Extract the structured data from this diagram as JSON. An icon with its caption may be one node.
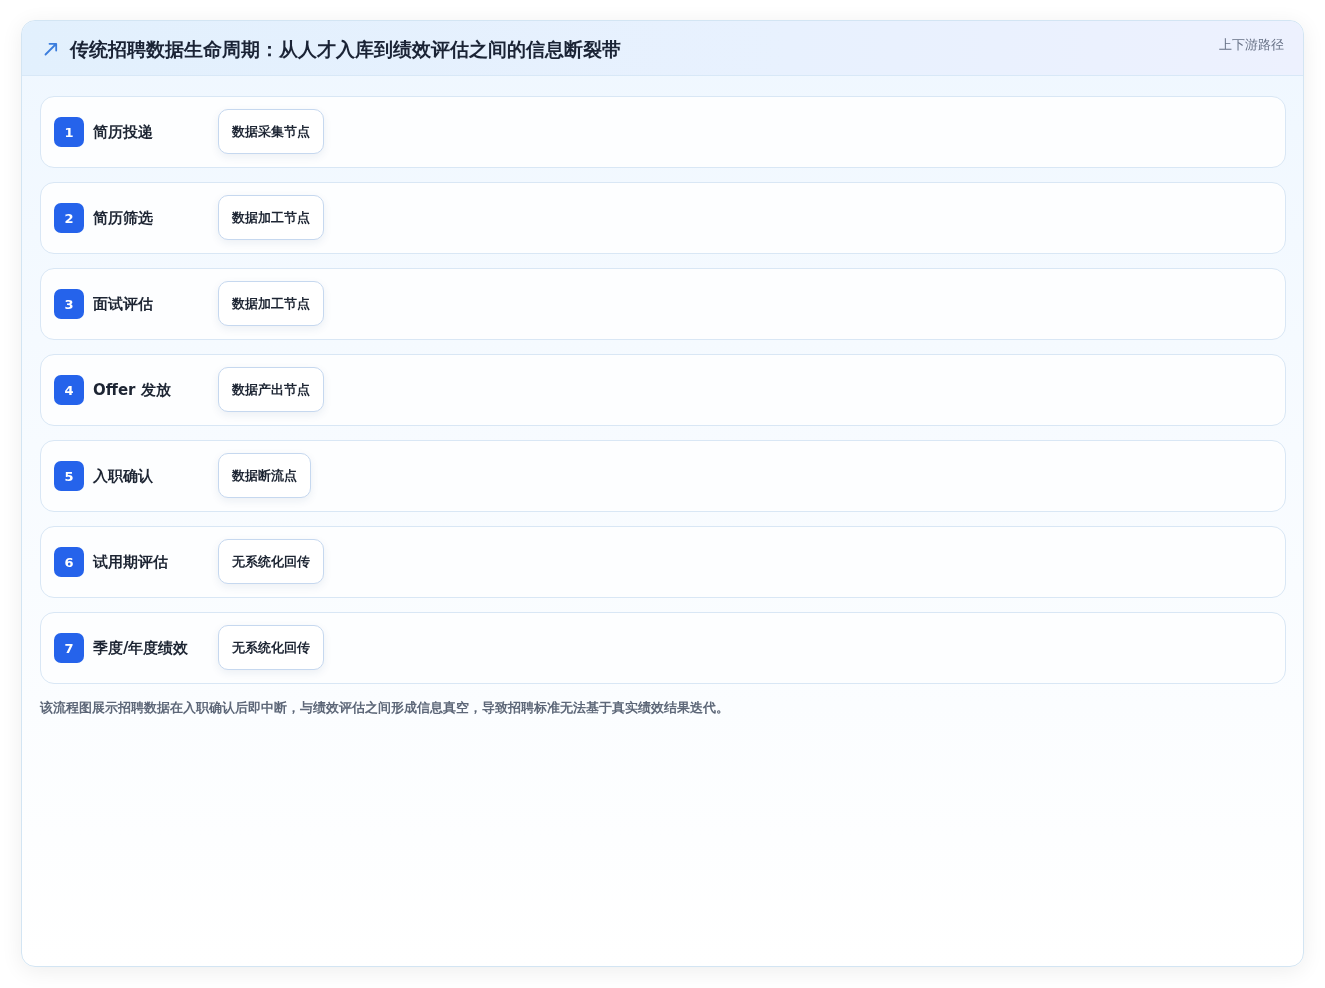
{
  "diagram": {
    "title": "传统招聘数据生命周期：从人才入库到绩效评估之间的信息断裂带",
    "caption": "该流程图展示招聘数据在入职确认后即中断，与绩效评估之间形成信息真空，导致招聘标准无法基于真实绩效结果迭代。",
    "nodes": [
      {
        "text": [
          "简历投递"
        ]
      },
      {
        "text": [
          "1"
        ],
        "in": 0
      },
      {
        "text": [
          "数据采集节点"
        ],
        "in": 0
      },
      {
        "text": [
          "简历筛选"
        ]
      },
      {
        "text": [
          "2"
        ],
        "in": 3
      },
      {
        "text": [
          "数据加工节点"
        ],
        "in": 3
      },
      {
        "text": [
          "面试评估"
        ]
      },
      {
        "text": [
          "3"
        ],
        "in": 6
      },
      {
        "text": [
          "数据加工节点"
        ],
        "in": 6
      },
      {
        "text": [
          "Offer 发放"
        ]
      },
      {
        "text": [
          "4"
        ],
        "in": 9
      },
      {
        "text": [
          "数据产出节点"
        ],
        "in": 9
      },
      {
        "text": [
          "入职确认"
        ]
      },
      {
        "text": [
          "5"
        ],
        "in": 12
      },
      {
        "text": [
          "数据断流点"
        ],
        "in": 12
      },
      {
        "text": [
          "试用期评估"
        ]
      },
      {
        "text": [
          "6"
        ],
        "in": 15
      },
      {
        "text": [
          "无系统化回传"
        ],
        "in": 15
      },
      {
        "text": [
          "季度/年度绩效"
        ]
      },
      {
        "text": [
          "7"
        ],
        "in": 18
      },
      {
        "text": [
          "无系统化回传"
        ],
        "in": 18
      }
    ],
    "labels": [
      "上下游路径"
    ]
  }
}
